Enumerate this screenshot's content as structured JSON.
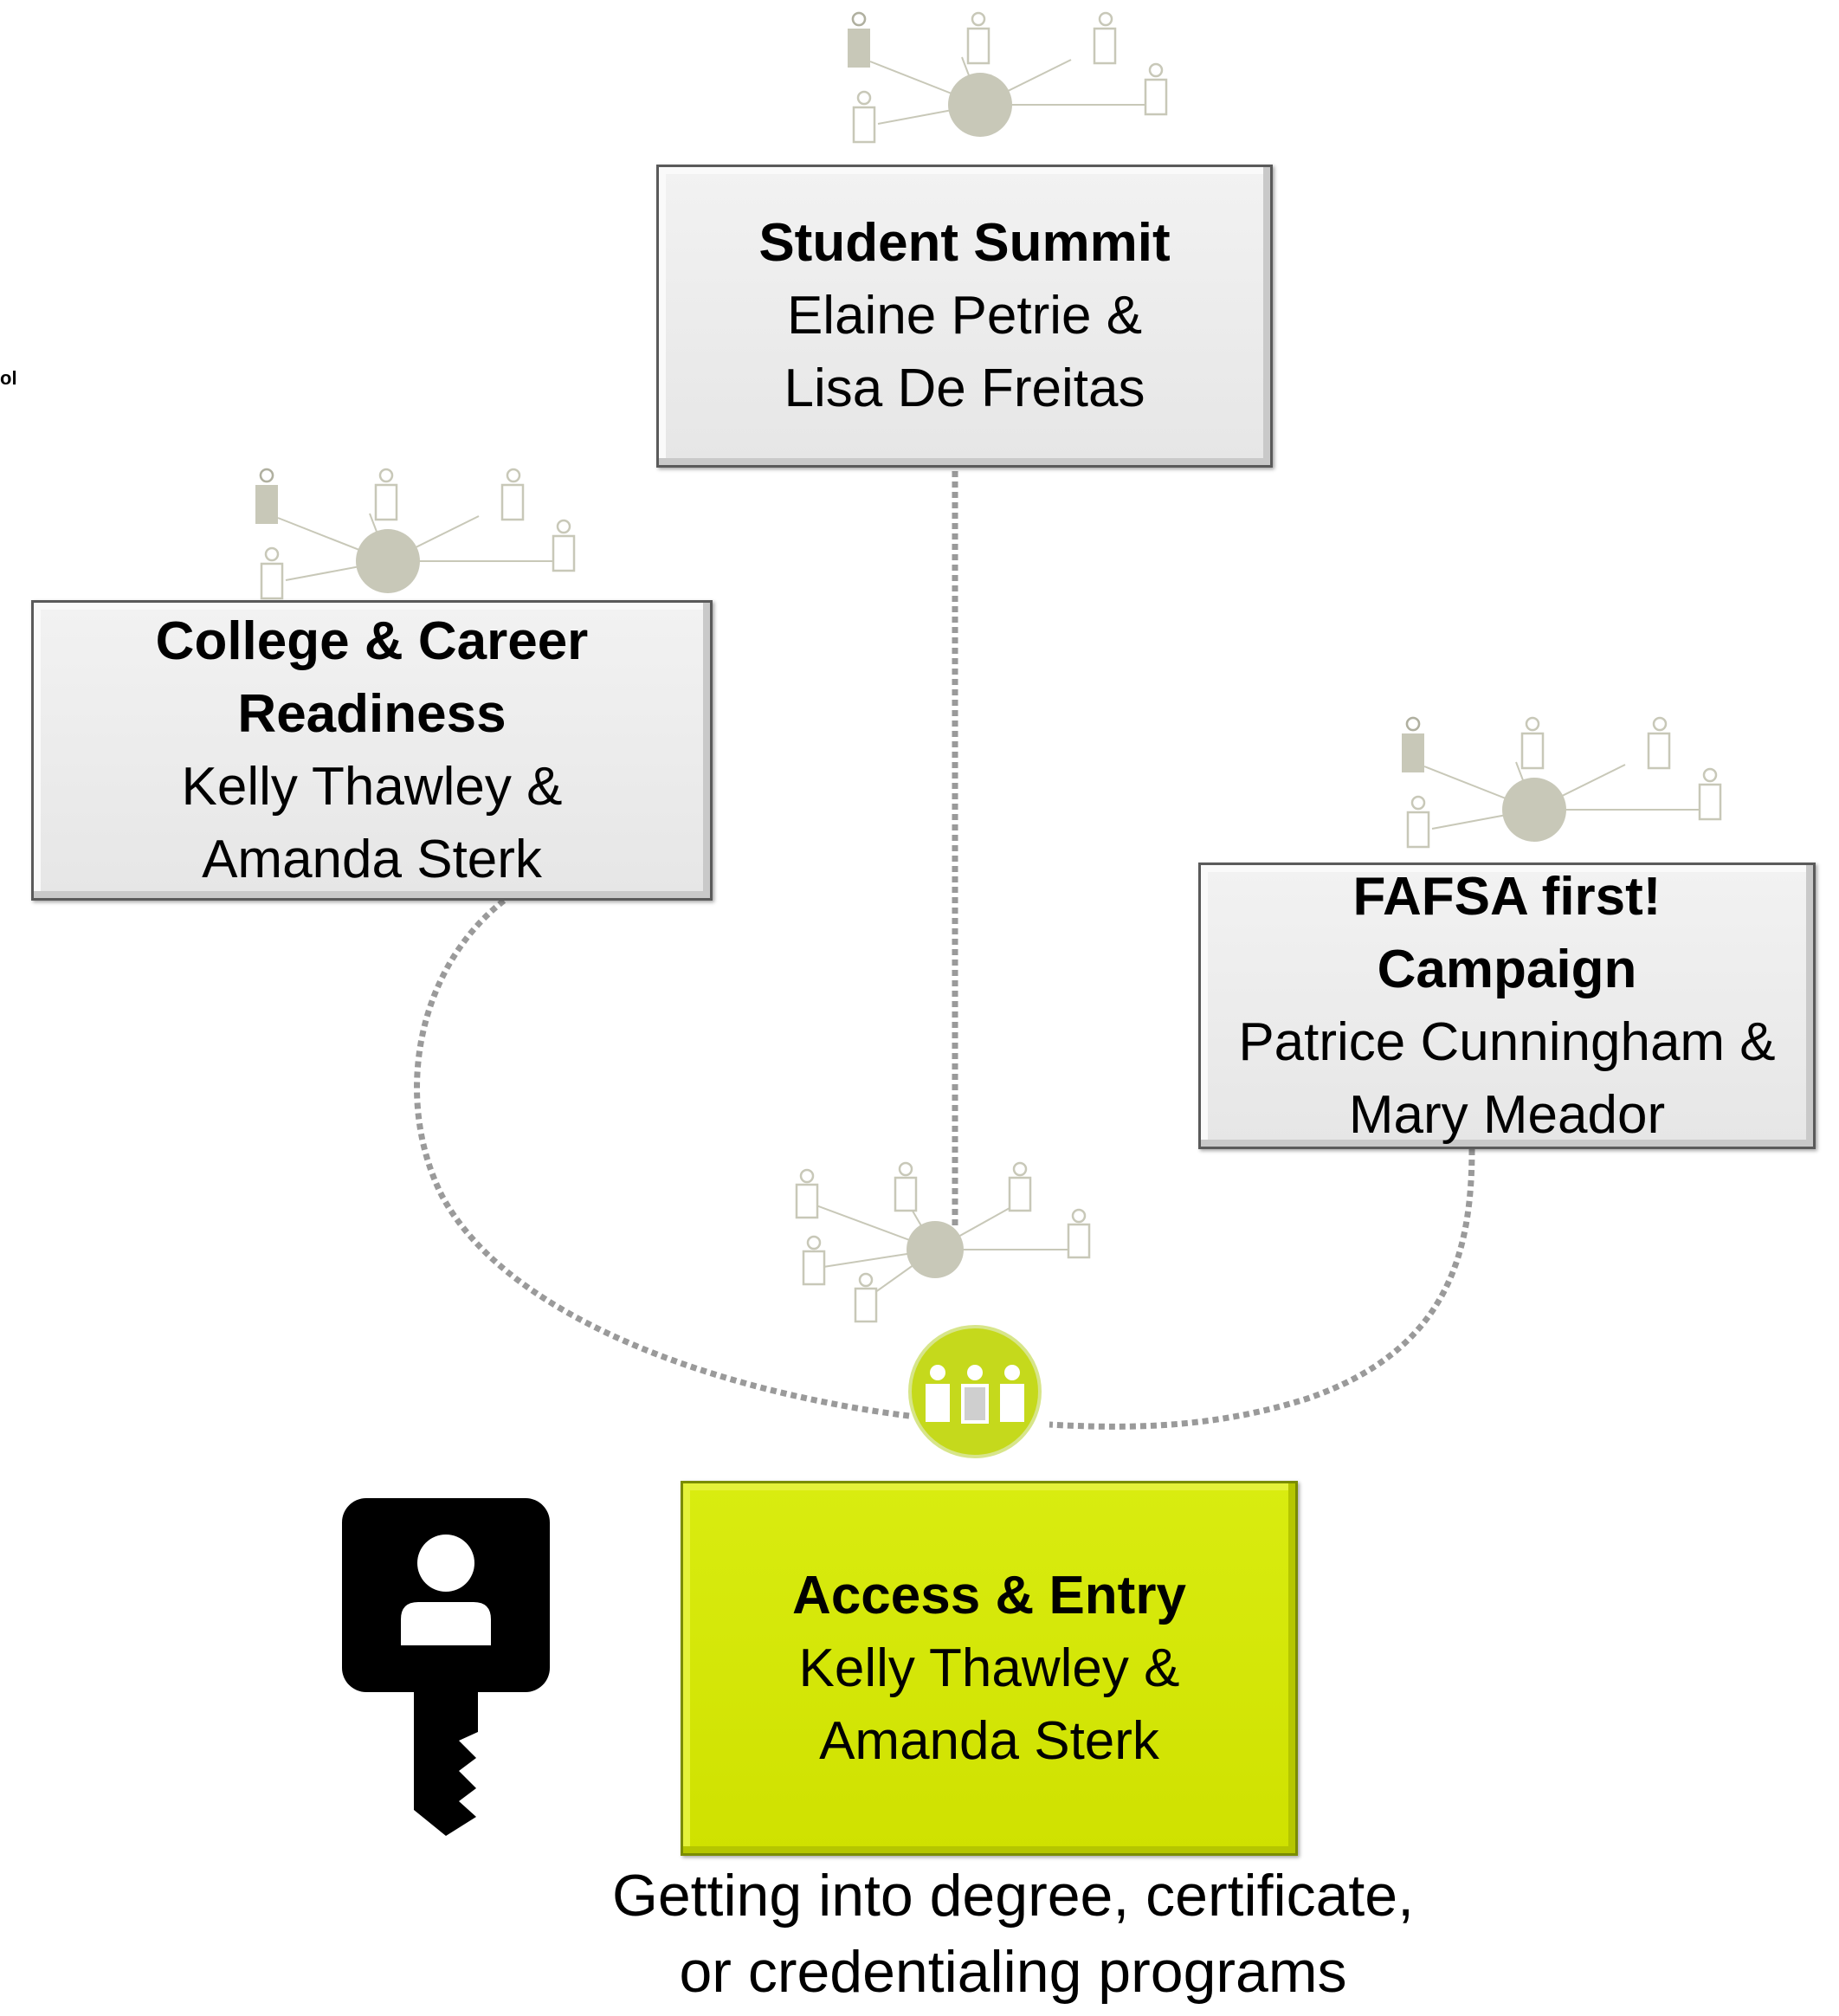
{
  "nodes": {
    "student_summit": {
      "title": "Student Summit",
      "line1": "Elaine Petrie &",
      "line2": "Lisa De Freitas"
    },
    "college_career": {
      "title1": "College & Career",
      "title2": "Readiness",
      "line1": "Kelly Thawley &",
      "line2": "Amanda Sterk"
    },
    "fafsa": {
      "title1": "FAFSA first!",
      "title2": "Campaign",
      "line1": "Patrice Cunningham &",
      "line2": "Mary Meador"
    },
    "access_entry": {
      "title": "Access & Entry",
      "line1": "Kelly Thawley &",
      "line2": "Amanda Sterk"
    }
  },
  "caption": {
    "line1": "Getting into degree, certificate,",
    "line2": "or credentialing programs"
  },
  "stray_text": "ol",
  "icons": [
    "network-icon",
    "group-icon",
    "key-user-icon"
  ],
  "colors": {
    "accent_green": "#d4e600",
    "box_gray": "#ebebeb",
    "network_gray": "#c8c8b8",
    "connector_gray": "#9a9a9a"
  }
}
